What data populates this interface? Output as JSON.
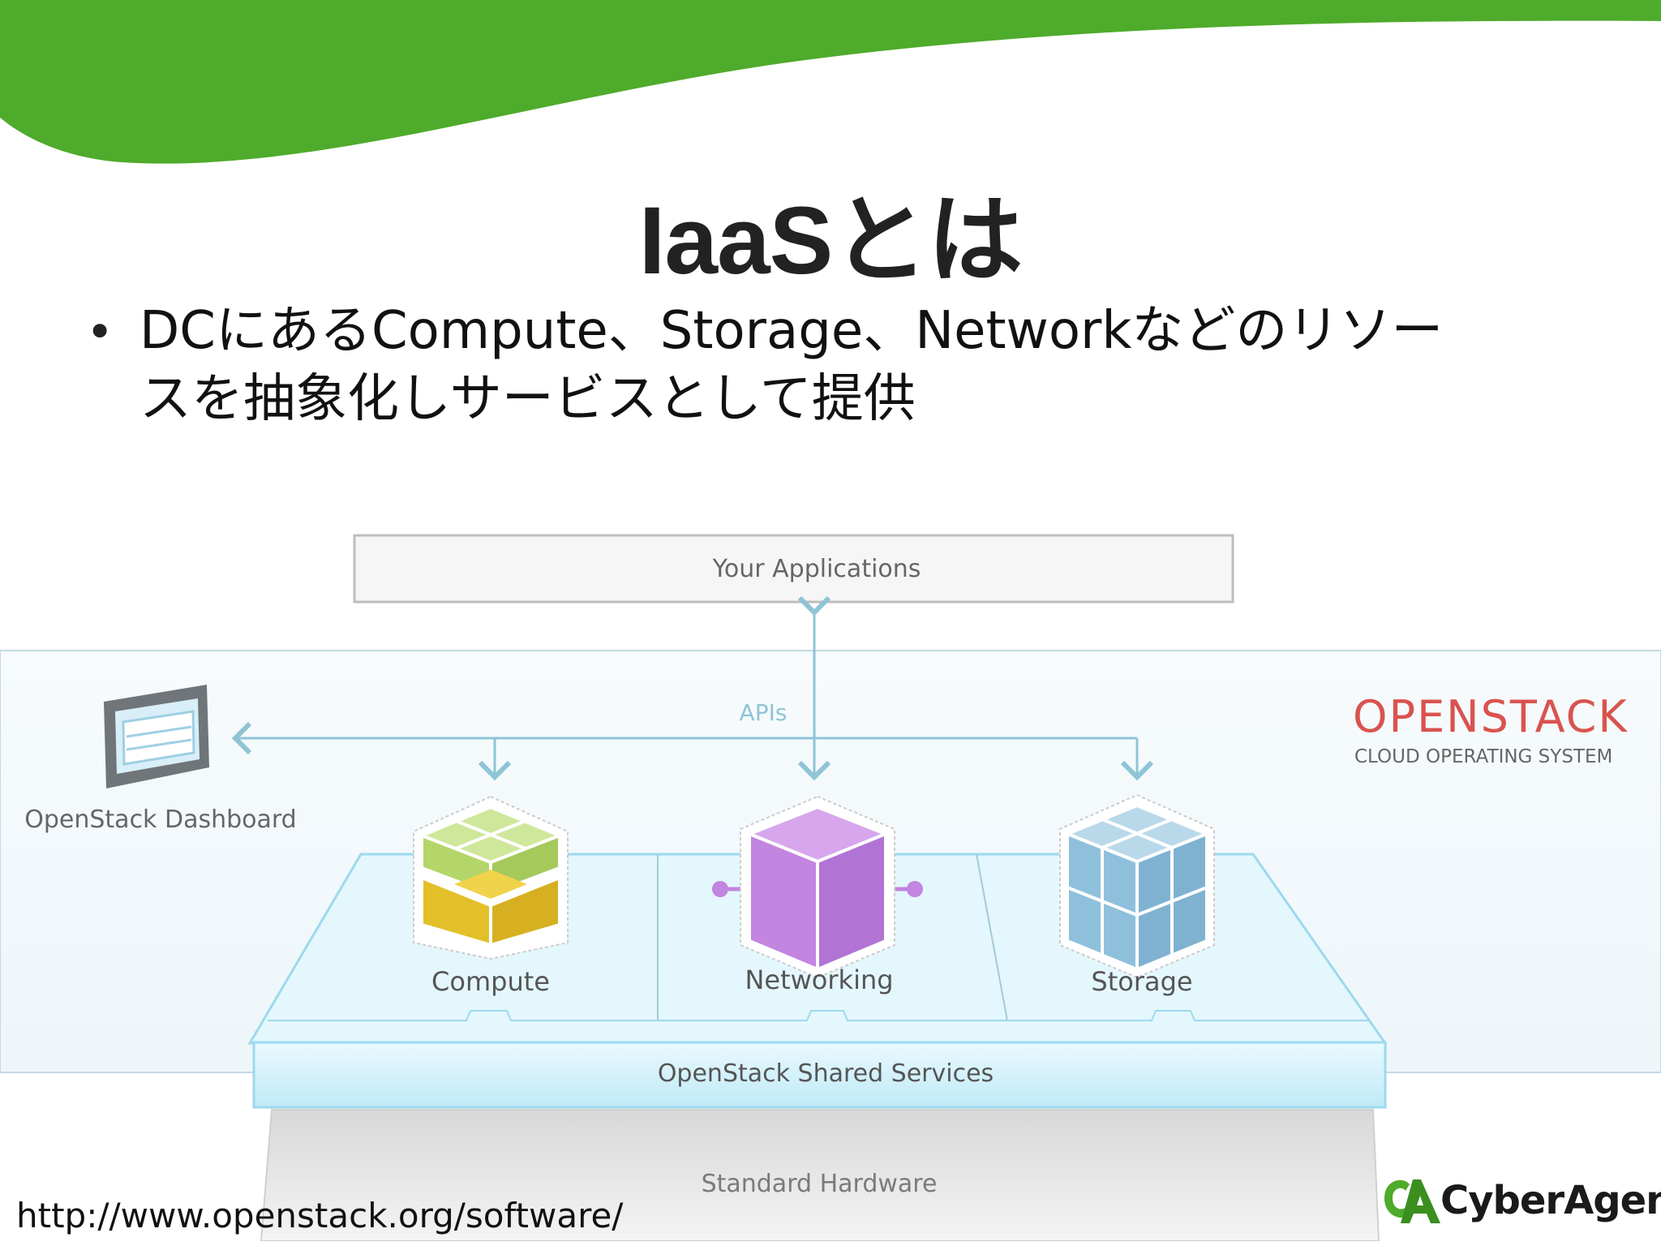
{
  "slide": {
    "title": "IaaSとは",
    "bullet": "DCにあるCompute、Storage、Networkなどのリソースを抽象化しサービスとして提供",
    "bullet_line1": "DCにあるCompute、Storage、Networkなどのリソー",
    "bullet_line2": "スを抽象化しサービスとして提供",
    "source_url": "http://www.openstack.org/software/",
    "logo_text": "CyberAgent",
    "accent_color": "#4fab2b"
  },
  "diagram": {
    "your_applications": "Your Applications",
    "apis": "APIs",
    "dashboard": "OpenStack Dashboard",
    "openstack_title": "OPENSTACK",
    "openstack_subtitle": "CLOUD OPERATING SYSTEM",
    "compute": "Compute",
    "networking": "Networking",
    "storage": "Storage",
    "shared_services": "OpenStack Shared Services",
    "standard_hardware": "Standard Hardware",
    "colors": {
      "compute_top": "#b4d56a",
      "compute_bottom": "#e3c02a",
      "networking": "#c285e0",
      "storage": "#8ec0dc",
      "openstack_red": "#d9534f",
      "panel_blue": "#cfeffa"
    }
  }
}
